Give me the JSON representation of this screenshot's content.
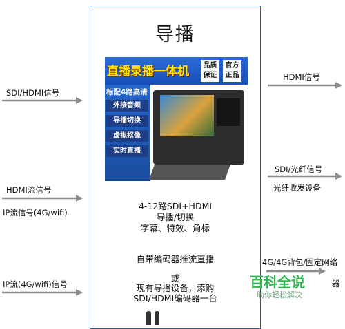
{
  "title": "导播",
  "product": {
    "banner": "直播录播一体机",
    "badges": [
      "品质保证",
      "官方正品"
    ],
    "standard": "标配4路高清",
    "features": [
      "外接音频",
      "导播切换",
      "虚拟抠像",
      "实时直播"
    ]
  },
  "inputs": [
    "SDI/HDMI信号",
    "HDMI流信号",
    "IP流信号(4G/wifi)",
    "IP流(4G/wifi)信号"
  ],
  "outputs": {
    "hdmi": "HDMI信号",
    "sdi_fiber": "SDI/光纤信号",
    "fiber_device": "光纤收发设备",
    "backpack": "4G/4G背包/固定网络",
    "partial": "器"
  },
  "center_text": {
    "line1": "4-12路SDI+HDMI",
    "line2": "导播/切换",
    "line3": "字幕、特效、角标",
    "line4": "自带编码器推流直播",
    "line5": "或",
    "line6": "现有导播设备，添购",
    "line7": "SDI/HDMI编码器一台"
  },
  "watermark": {
    "main": "百科全说",
    "sub": "助你轻松解决"
  }
}
